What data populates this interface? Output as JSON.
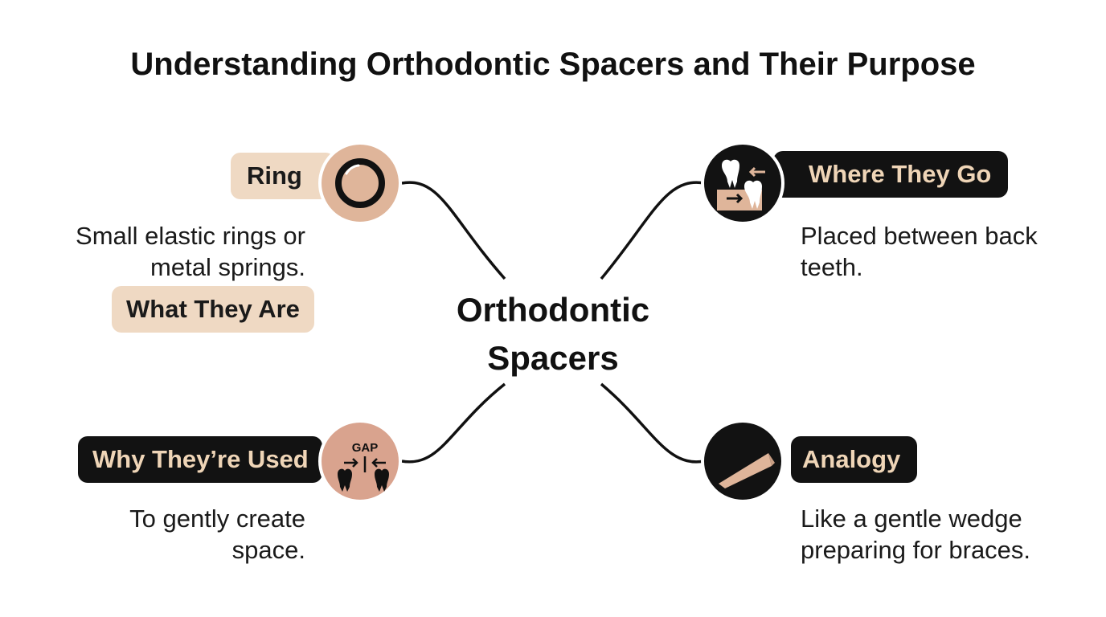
{
  "title": "Understanding Orthodontic Spacers and Their Purpose",
  "center": {
    "line1": "Orthodontic",
    "line2": "Spacers"
  },
  "top_left": {
    "ring_label": "Ring",
    "heading": "What They Are",
    "desc_line1": "Small elastic rings or",
    "desc_line2": "metal springs.",
    "icon": "ring-icon"
  },
  "top_right": {
    "heading": "Where They Go",
    "desc_line1": "Placed between back",
    "desc_line2": "teeth.",
    "icon": "teeth-placement-icon"
  },
  "bottom_left": {
    "heading": "Why They’re Used",
    "icon_text": "GAP",
    "desc_line1": "To gently create",
    "desc_line2": "space.",
    "icon": "teeth-gap-icon"
  },
  "bottom_right": {
    "heading": "Analogy",
    "desc_line1": "Like a gentle wedge",
    "desc_line2": "preparing for braces.",
    "icon": "wedge-icon"
  },
  "colors": {
    "dark": "#121212",
    "peach": "#dfb59a",
    "light_peach": "#efd9c3",
    "accent_text": "#efd5b7"
  }
}
